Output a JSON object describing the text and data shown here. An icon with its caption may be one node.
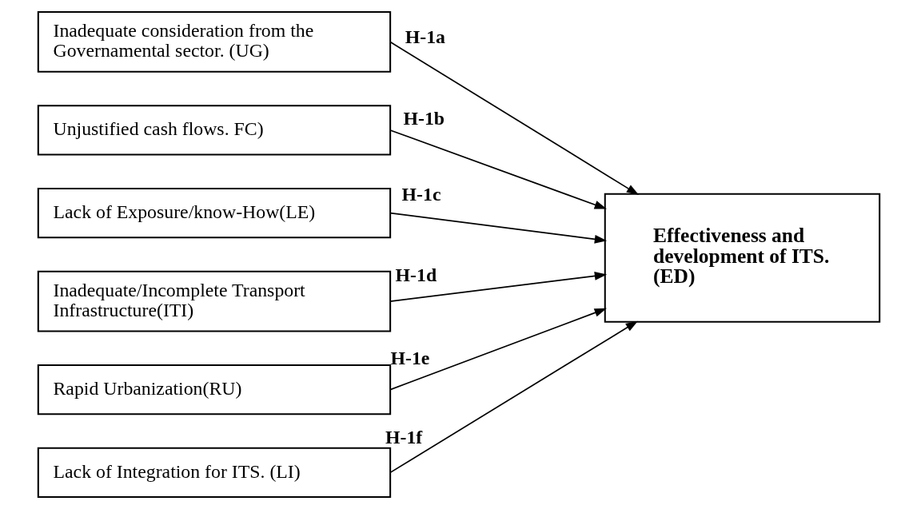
{
  "diagram": {
    "nodes": [
      {
        "text": [
          "Inadequate consideration from the Governamental sector. (UG)"
        ]
      },
      {
        "text": [
          "Unjustified cash flows. FC)"
        ]
      },
      {
        "text": [
          "Lack of Exposure/know-How(LE)"
        ]
      },
      {
        "text": [
          "Inadequate/Incomplete Transport Infrastructure(ITI)"
        ]
      },
      {
        "text": [
          "Rapid Urbanization(RU)"
        ]
      },
      {
        "text": [
          "Lack of Integration for ITS. (LI)"
        ]
      },
      {
        "text": [
          "Effectiveness and development of ITS. (ED)"
        ]
      }
    ],
    "edges": [
      {
        "from": 0,
        "to": 6,
        "arrow": "to",
        "label": "H-1a"
      },
      {
        "from": 1,
        "to": 6,
        "arrow": "to",
        "label": "H-1b"
      },
      {
        "from": 2,
        "to": 6,
        "arrow": "to",
        "label": "H-1c"
      },
      {
        "from": 3,
        "to": 6,
        "arrow": "to",
        "label": "H-1d"
      },
      {
        "from": 4,
        "to": 6,
        "arrow": "to",
        "label": "H-1e"
      },
      {
        "from": 5,
        "to": 6,
        "arrow": "to",
        "label": "H-1f"
      }
    ]
  }
}
